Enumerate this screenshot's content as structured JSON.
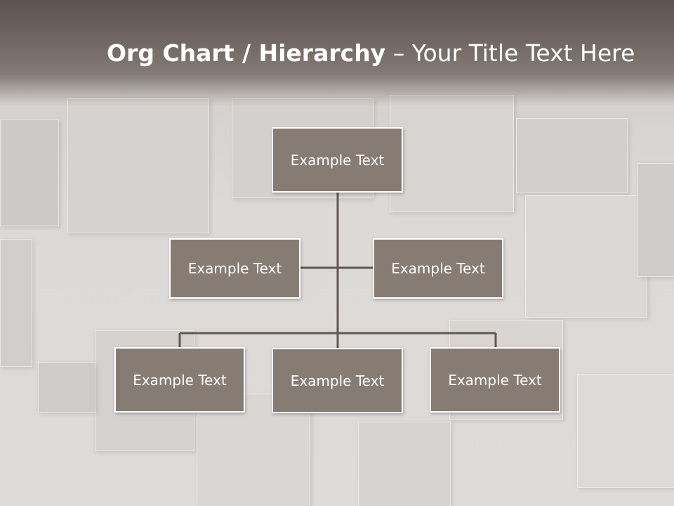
{
  "slide": {
    "title_bold": "Org Chart / Hierarchy",
    "title_rest": " – Your Title Text Here"
  },
  "org_chart": {
    "root": "Example Text",
    "level_1": [
      "Example Text",
      "Example Text"
    ],
    "level_2": [
      "Example Text",
      "Example Text",
      "Example Text"
    ]
  },
  "colors": {
    "node_fill": "#877c74",
    "node_border": "#ffffff",
    "connector": "#5f5752",
    "header": "#6e6560"
  }
}
